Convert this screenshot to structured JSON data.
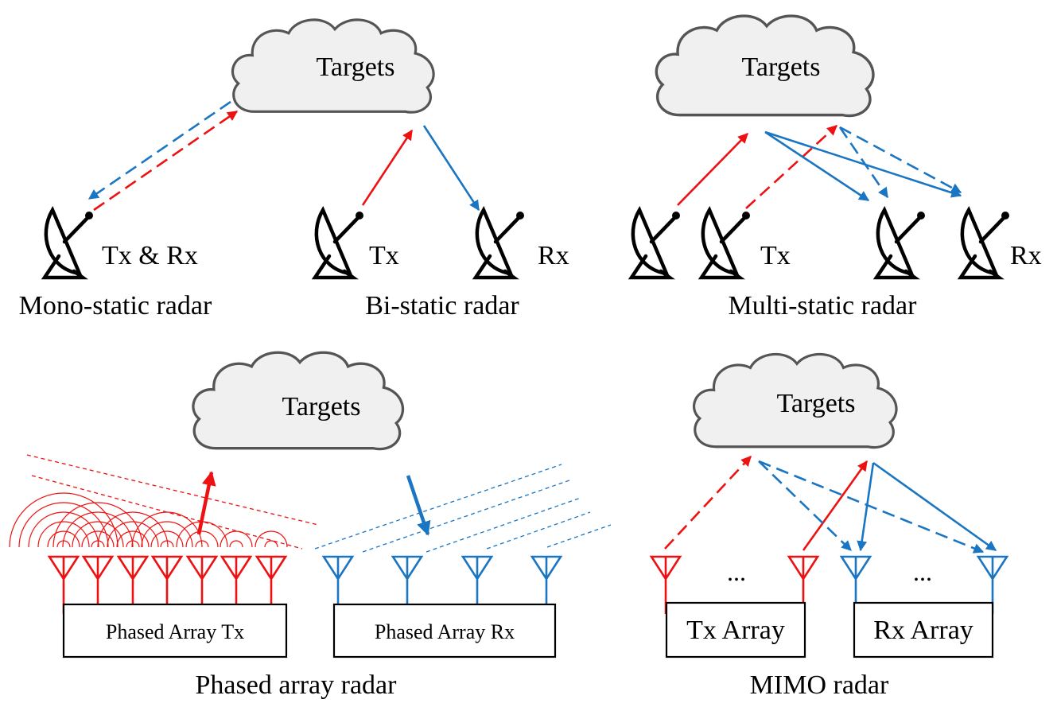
{
  "colors": {
    "transmit": "#ee1111",
    "receive": "#1a75c2",
    "cloud": "#f0f0f0"
  },
  "icons": [
    "cloud-icon",
    "radar-dish-icon",
    "antenna-element-icon"
  ],
  "cloud_label": "Targets",
  "mono": {
    "caption": "Mono-static radar",
    "dish_label": "Tx & Rx"
  },
  "bi": {
    "caption": "Bi-static radar",
    "tx_label": "Tx",
    "rx_label": "Rx"
  },
  "multi": {
    "caption": "Multi-static radar",
    "tx_label": "Tx",
    "rx_label": "Rx"
  },
  "phased": {
    "caption": "Phased array radar",
    "tx_box": "Phased Array Tx",
    "rx_box": "Phased Array Rx"
  },
  "mimo": {
    "caption": "MIMO radar",
    "tx_box": "Tx Array",
    "rx_box": "Rx Array",
    "ellipsis": "..."
  }
}
